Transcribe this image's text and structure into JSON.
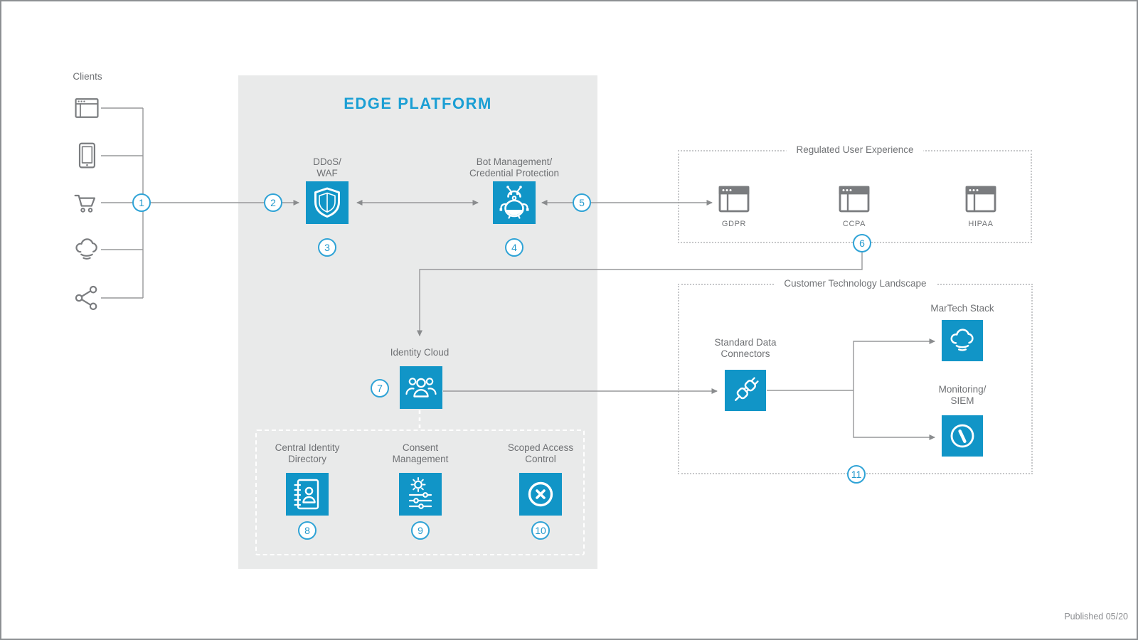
{
  "canvas": {
    "published": "Published 05/20"
  },
  "colors": {
    "accent_blue": "#1195c7",
    "circle_cyan": "#2fa3d6",
    "edge_title_blue": "#1b9fd4",
    "edge_bg": "#e9eaea",
    "line_gray": "#97989a",
    "icon_gray": "#7a7c7f",
    "label_gray": "#6f7174"
  },
  "steps": [
    "1",
    "2",
    "3",
    "4",
    "5",
    "6",
    "7",
    "8",
    "9",
    "10",
    "11"
  ],
  "clients": {
    "label": "Clients",
    "items": [
      "browser-window",
      "tablet-device",
      "shopping-cart",
      "voice-cloud",
      "social-share"
    ]
  },
  "edge_platform": {
    "title": "EDGE PLATFORM",
    "ddos_label": "DDoS/\nWAF",
    "bot_label": "Bot Management/\nCredential Protection",
    "identity_label": "Identity Cloud",
    "sub_items": [
      {
        "label": "Central Identity\nDirectory",
        "icon": "address-book"
      },
      {
        "label": "Consent\nManagement",
        "icon": "gear-sliders"
      },
      {
        "label": "Scoped Access\nControl",
        "icon": "circle-x"
      }
    ]
  },
  "regulated": {
    "title": "Regulated User Experience",
    "items": [
      "GDPR",
      "CCPA",
      "HIPAA"
    ]
  },
  "customer": {
    "title": "Customer Technology Landscape",
    "connectors_label": "Standard Data\nConnectors",
    "martech_label": "MarTech Stack",
    "monitoring_label": "Monitoring/\nSIEM"
  }
}
